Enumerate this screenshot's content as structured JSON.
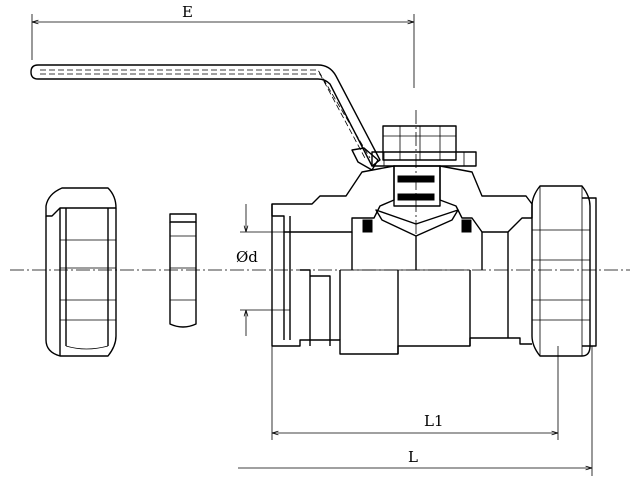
{
  "dimensions": {
    "E": "E",
    "diameter": "Ød",
    "L1": "L1",
    "L": "L"
  },
  "parts": [
    "compression-nut",
    "olive-ring",
    "valve-body",
    "lever-handle",
    "stem-nut",
    "seat-ring",
    "ball"
  ]
}
